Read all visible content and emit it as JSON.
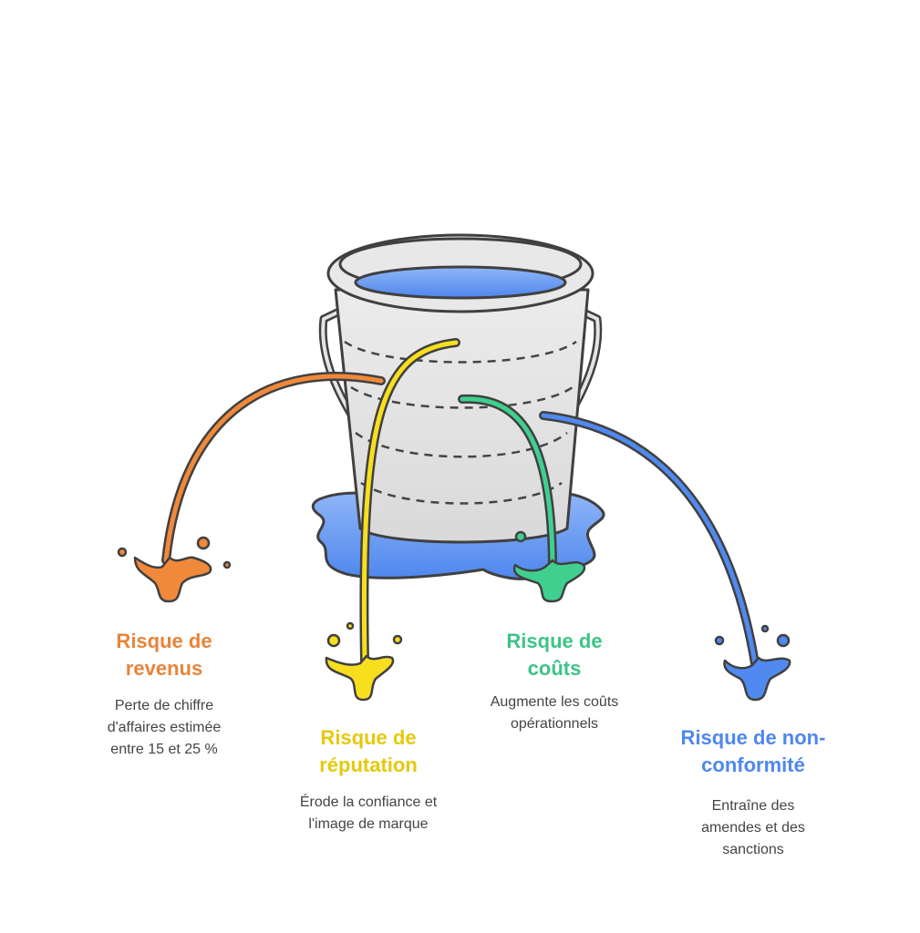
{
  "colors": {
    "orange": "#f0893a",
    "yellow": "#f7df1e",
    "green": "#3fd08f",
    "blue": "#5089ef",
    "outline": "#404040",
    "bucket": "#e4e4e4"
  },
  "risks": [
    {
      "title_line1": "Risque de",
      "title_line2": "revenus",
      "desc": [
        "Perte de chiffre",
        "d'affaires estimée",
        "entre 15 et 25 %"
      ],
      "color": "#e8843a"
    },
    {
      "title_line1": "Risque de",
      "title_line2": "réputation",
      "desc": [
        "Érode la confiance et",
        "l'image de marque"
      ],
      "color": "#e6c90a"
    },
    {
      "title_line1": "Risque de",
      "title_line2": "coûts",
      "desc": [
        "Augmente les coûts",
        "opérationnels"
      ],
      "color": "#3cc486"
    },
    {
      "title_line1": "Risque de non-",
      "title_line2": "conformité",
      "desc": [
        "Entraîne des",
        "amendes et des",
        "sanctions"
      ],
      "color": "#4f87ee"
    }
  ]
}
